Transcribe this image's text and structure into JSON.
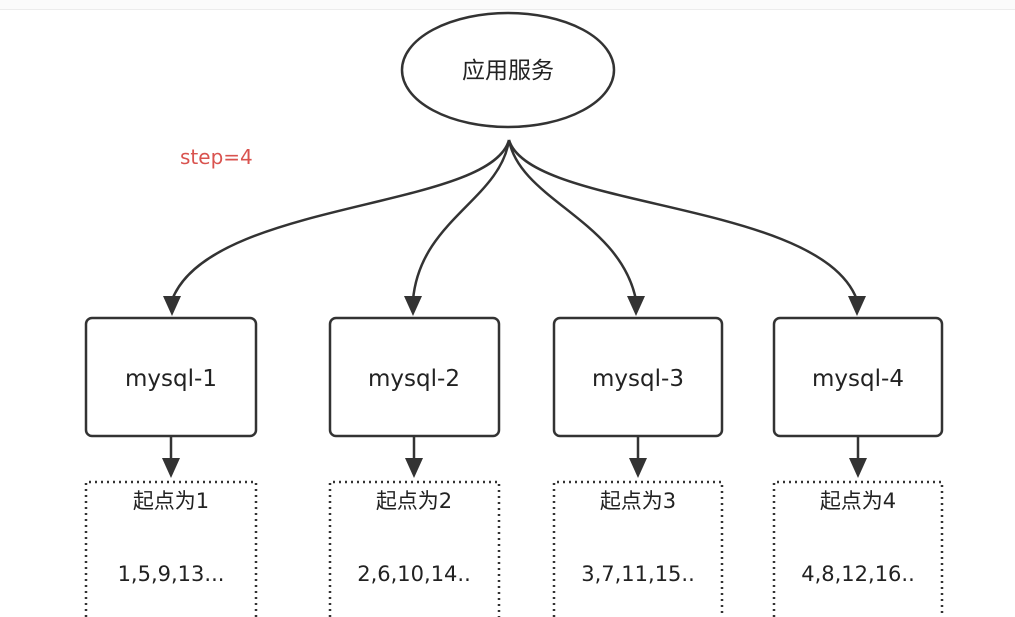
{
  "root": {
    "label": "应用服务"
  },
  "annotation": {
    "text": "step=4",
    "color": "#d9534f"
  },
  "databases": [
    {
      "name": "mysql-1",
      "start_label": "起点为1",
      "sequence": "1,5,9,13..."
    },
    {
      "name": "mysql-2",
      "start_label": "起点为2",
      "sequence": "2,6,10,14.."
    },
    {
      "name": "mysql-3",
      "start_label": "起点为3",
      "sequence": "3,7,11,15.."
    },
    {
      "name": "mysql-4",
      "start_label": "起点为4",
      "sequence": "4,8,12,16.."
    }
  ],
  "colors": {
    "stroke": "#333333",
    "arrow": "#333333",
    "text": "#222222"
  }
}
